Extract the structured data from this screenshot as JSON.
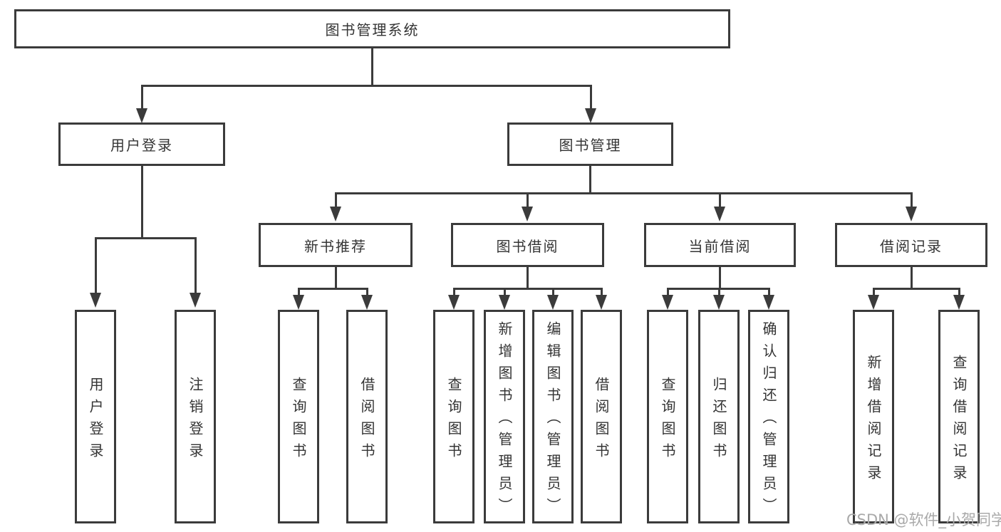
{
  "diagram": {
    "root": {
      "label": "图书管理系统",
      "children": [
        {
          "label": "用户登录",
          "children": [
            {
              "label": "用户登录"
            },
            {
              "label": "注销登录"
            }
          ]
        },
        {
          "label": "图书管理",
          "children": [
            {
              "label": "新书推荐",
              "children": [
                {
                  "label": "查询图书"
                },
                {
                  "label": "借阅图书"
                }
              ]
            },
            {
              "label": "图书借阅",
              "children": [
                {
                  "label": "查询图书"
                },
                {
                  "label": "新增图书（管理员）"
                },
                {
                  "label": "编辑图书（管理员）"
                },
                {
                  "label": "借阅图书"
                }
              ]
            },
            {
              "label": "当前借阅",
              "children": [
                {
                  "label": "查询图书"
                },
                {
                  "label": "归还图书"
                },
                {
                  "label": "确认归还（管理员）"
                }
              ]
            },
            {
              "label": "借阅记录",
              "children": [
                {
                  "label": "新增借阅记录"
                },
                {
                  "label": "查询借阅记录"
                }
              ]
            }
          ]
        }
      ]
    },
    "line_color": "#3b3b3b"
  },
  "watermark": {
    "text": "CSDN @软件_小贺同学"
  }
}
